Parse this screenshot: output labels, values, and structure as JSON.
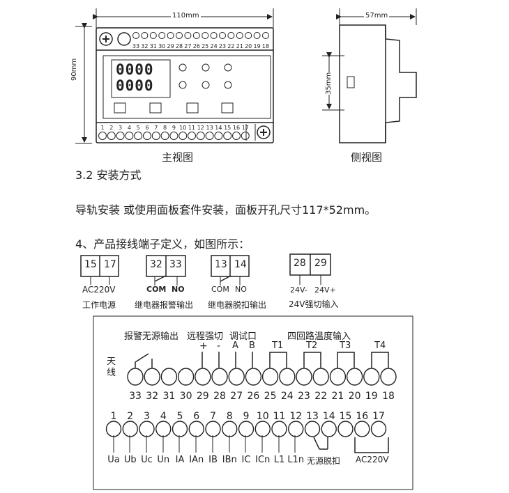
{
  "front_view": {
    "width_dim": "110mm",
    "height_dim": "90mm",
    "top_terminal_numbers": [
      "33",
      "32",
      "31",
      "30",
      "29",
      "28",
      "27",
      "26",
      "25",
      "24",
      "23",
      "22",
      "21",
      "20",
      "19",
      "18"
    ],
    "bottom_terminal_numbers": [
      "1",
      "2",
      "3",
      "4",
      "5",
      "6",
      "7",
      "8",
      "9",
      "10",
      "11",
      "12",
      "13",
      "14",
      "15",
      "16",
      "17"
    ],
    "display_value_1": "0000",
    "display_value_2": "0000",
    "caption": "主视图"
  },
  "side_view": {
    "width_dim": "57mm",
    "height_dim": "35mm",
    "caption": "侧视图"
  },
  "install": {
    "heading": "3.2 安装方式",
    "text": "导轨安装 或使用面板套件安装，面板开孔尺寸117*52mm。"
  },
  "wiring": {
    "heading": "4、产品接线端子定义，如图所示：",
    "groups": [
      {
        "terminals": [
          "15",
          "17"
        ],
        "sub": "AC220V",
        "label": "工作电源"
      },
      {
        "terminals": [
          "32",
          "33"
        ],
        "sub_com": "COM",
        "sub_no": "NO",
        "label": "继电器报警输出"
      },
      {
        "terminals": [
          "13",
          "14"
        ],
        "sub_com": "COM",
        "sub_no": "NO",
        "label": "继电器脱扣输出"
      },
      {
        "terminals": [
          "28",
          "29"
        ],
        "sub_left": "24V-",
        "sub_right": "24V+",
        "label": "24V强切输入"
      }
    ]
  },
  "diagram": {
    "antenna": "天线",
    "alarm_dry": "报警无源输出",
    "remote_cut": "远程强切",
    "debug_port": "调试口",
    "temp_input": "四回路温度输入",
    "plus": "+",
    "minus": "-",
    "a": "A",
    "b": "B",
    "t_labels": [
      "T1",
      "T2",
      "T3",
      "T4"
    ],
    "upper_numbers": [
      "33",
      "32",
      "31",
      "30",
      "29",
      "28",
      "27",
      "26",
      "25",
      "24",
      "23",
      "22",
      "21",
      "20",
      "19",
      "18"
    ],
    "lower_numbers": [
      "1",
      "2",
      "3",
      "4",
      "5",
      "6",
      "7",
      "8",
      "9",
      "10",
      "11",
      "12",
      "13",
      "14",
      "15",
      "16",
      "17"
    ],
    "bottom_labels": [
      "Ua",
      "Ub",
      "Uc",
      "Un",
      "IA",
      "IAn",
      "IB",
      "IBn",
      "IC",
      "ICn",
      "L1",
      "L1n"
    ],
    "dry_trip": "无源脱扣",
    "ac220": "AC220V"
  }
}
